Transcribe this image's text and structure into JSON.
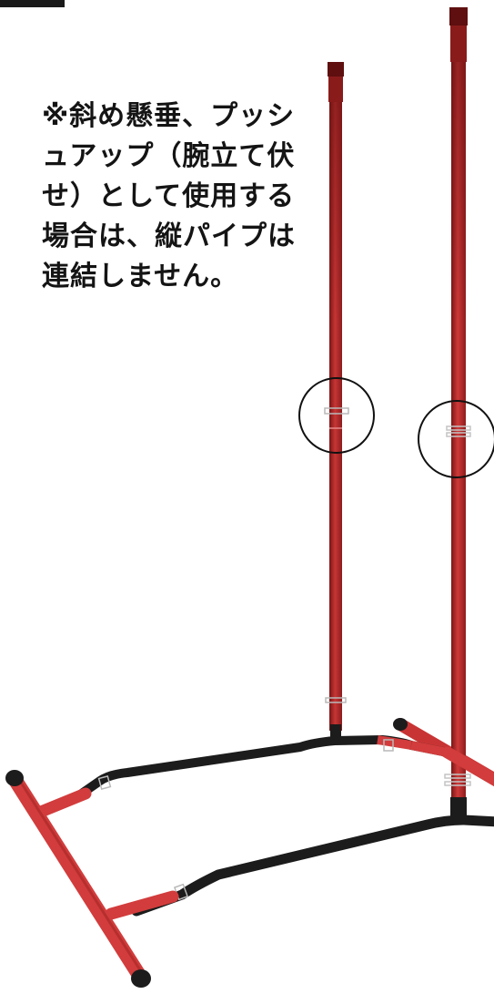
{
  "note": {
    "lines": [
      "※斜め懸垂、プッシ",
      "ュアップ（腕立て伏",
      "せ）として使用する",
      "場合は、縦パイプは",
      "連結しません。"
    ]
  },
  "colors": {
    "pipe_red": "#d23c3c",
    "pipe_red_dark": "#8e1c1c",
    "pipe_black": "#1c1c1c",
    "circle_stroke": "#111111",
    "clip_metal": "#b9b9b9"
  },
  "icons": {
    "highlight_marker": "circle-outline"
  }
}
